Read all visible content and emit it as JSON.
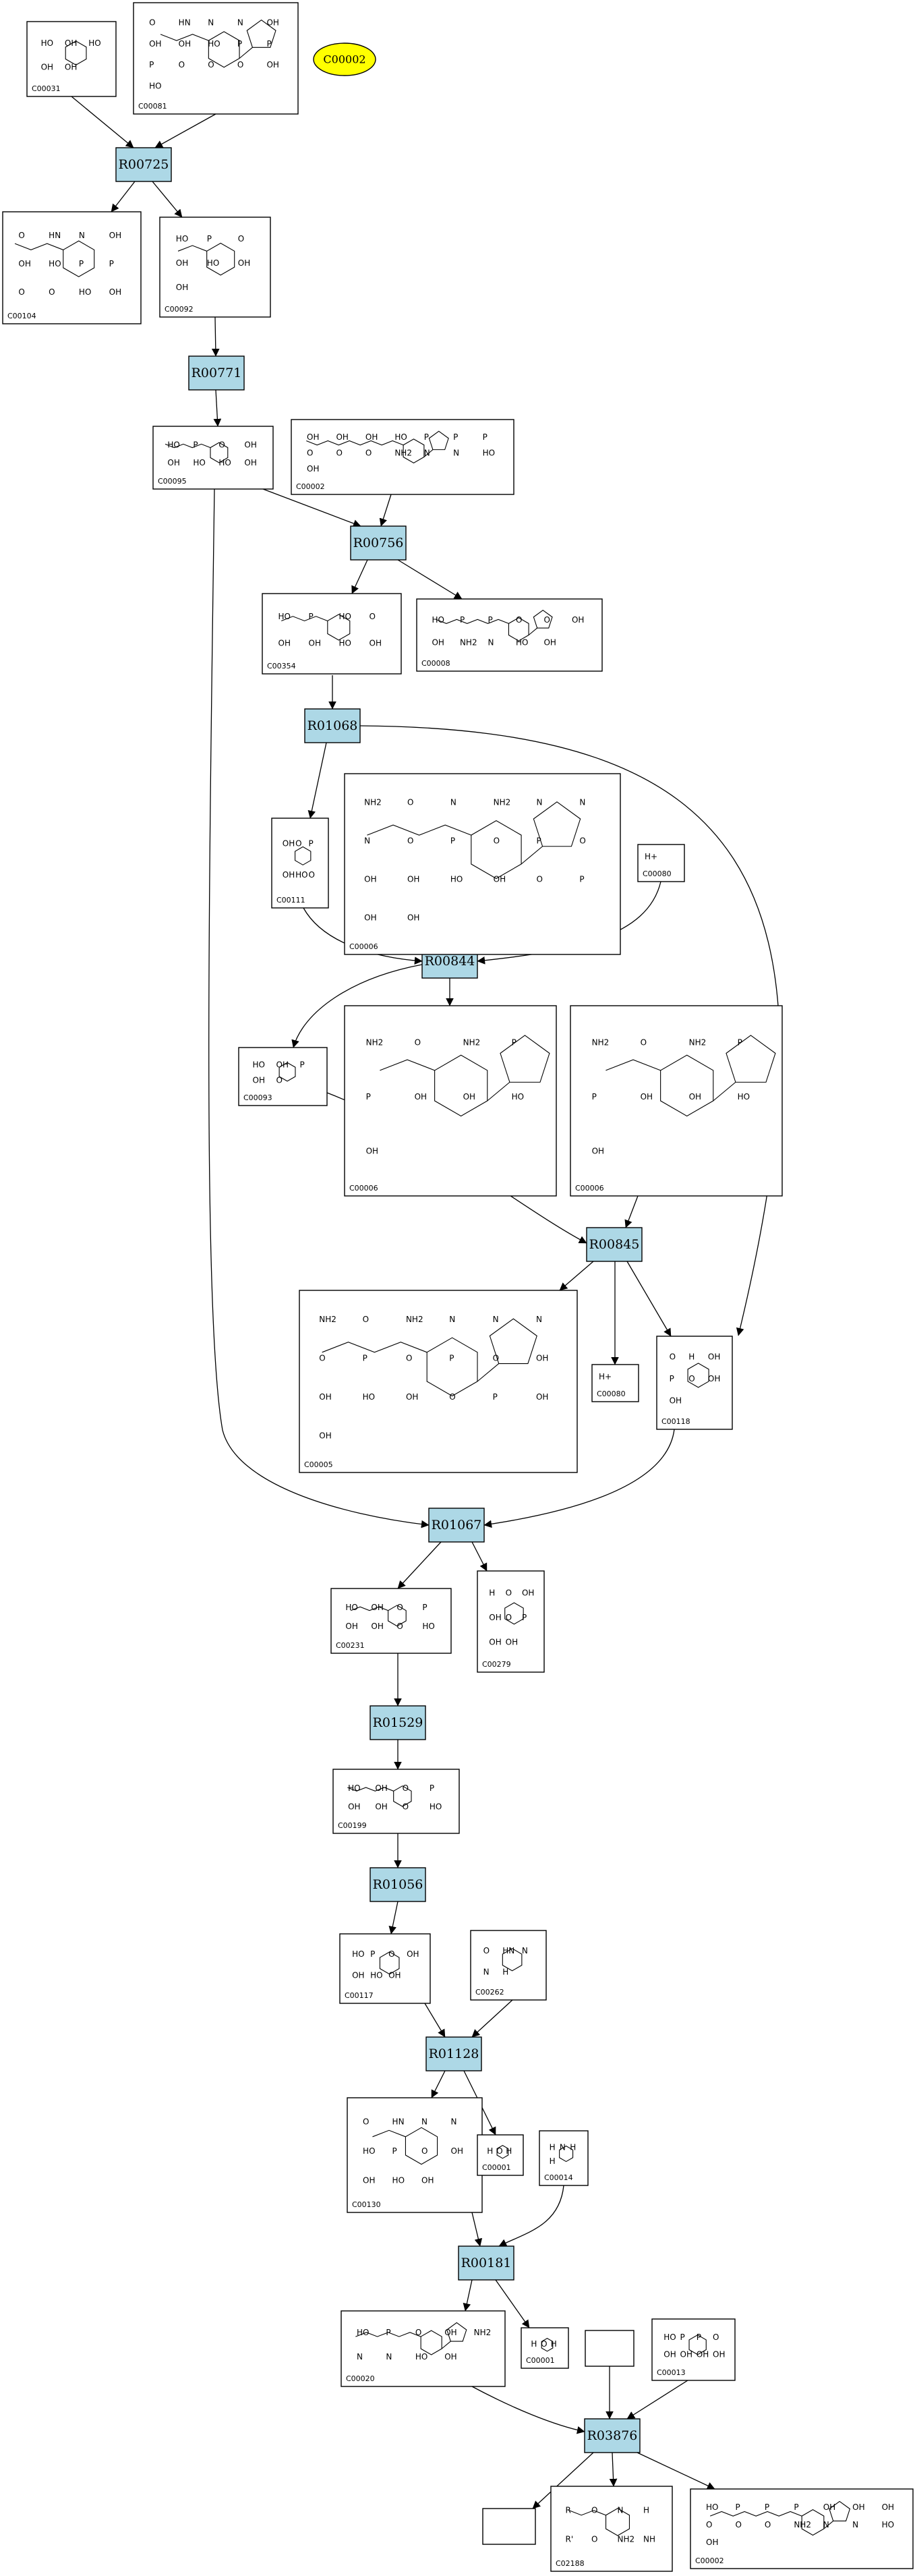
{
  "diagram": {
    "start_node": "C00002",
    "reactions": [
      "R00725",
      "R00771",
      "R00756",
      "R01068",
      "R00844",
      "R00845",
      "R01067",
      "R01529",
      "R01056",
      "R01128",
      "R00181",
      "R03876"
    ],
    "compounds": {
      "c00031": {
        "id": "C00031",
        "atoms": [
          "HO",
          "OH",
          "HO",
          "OH",
          "OH"
        ]
      },
      "c00081": {
        "id": "C00081",
        "atoms": [
          "O",
          "HN",
          "N",
          "N",
          "OH",
          "OH",
          "OH",
          "HO",
          "P",
          "P",
          "P",
          "O",
          "O",
          "O",
          "OH",
          "HO"
        ]
      },
      "c00104": {
        "id": "C00104",
        "atoms": [
          "O",
          "HN",
          "N",
          "OH",
          "OH",
          "HO",
          "P",
          "P",
          "O",
          "O",
          "HO",
          "OH"
        ]
      },
      "c00092": {
        "id": "C00092",
        "atoms": [
          "HO",
          "P",
          "O",
          "OH",
          "HO",
          "OH",
          "OH"
        ]
      },
      "c00095": {
        "id": "C00095",
        "atoms": [
          "HO",
          "P",
          "O",
          "OH",
          "OH",
          "HO",
          "HO",
          "OH"
        ]
      },
      "c00002a": {
        "id": "C00002",
        "atoms": [
          "OH",
          "OH",
          "OH",
          "HO",
          "P",
          "P",
          "P",
          "O",
          "O",
          "O",
          "NH2",
          "N",
          "N",
          "HO",
          "OH"
        ]
      },
      "c00354": {
        "id": "C00354",
        "atoms": [
          "HO",
          "P",
          "HO",
          "O",
          "OH",
          "OH",
          "HO",
          "OH"
        ]
      },
      "c00008": {
        "id": "C00008",
        "atoms": [
          "HO",
          "P",
          "P",
          "O",
          "O",
          "OH",
          "OH",
          "NH2",
          "N",
          "HO",
          "OH"
        ]
      },
      "c00111": {
        "id": "C00111",
        "atoms": [
          "OH",
          "O",
          "P",
          "OH",
          "HO",
          "O"
        ]
      },
      "c00006a": {
        "id": "C00006",
        "atoms": [
          "NH2",
          "O",
          "N",
          "NH2",
          "N",
          "N",
          "N",
          "O",
          "P",
          "O",
          "P",
          "O",
          "OH",
          "OH",
          "HO",
          "OH",
          "O",
          "P",
          "OH",
          "OH"
        ]
      },
      "c00080a": {
        "id": "C00080",
        "atoms": [
          "H+"
        ]
      },
      "c00093": {
        "id": "C00093",
        "atoms": [
          "HO",
          "OH",
          "P",
          "OH",
          "O"
        ]
      },
      "c00006b": {
        "id": "C00006",
        "atoms": [
          "NH2",
          "O",
          "NH2",
          "P",
          "P",
          "OH",
          "OH",
          "HO",
          "OH"
        ]
      },
      "c00006c": {
        "id": "C00006",
        "atoms": [
          "NH2",
          "O",
          "NH2",
          "P",
          "P",
          "OH",
          "OH",
          "HO",
          "OH"
        ]
      },
      "c00005": {
        "id": "C00005",
        "atoms": [
          "NH2",
          "O",
          "NH2",
          "N",
          "N",
          "N",
          "O",
          "P",
          "O",
          "P",
          "O",
          "OH",
          "OH",
          "HO",
          "OH",
          "O",
          "P",
          "OH",
          "OH"
        ]
      },
      "c00080b": {
        "id": "C00080",
        "atoms": [
          "H+"
        ]
      },
      "c00118": {
        "id": "C00118",
        "atoms": [
          "O",
          "H",
          "OH",
          "P",
          "O",
          "OH",
          "OH"
        ]
      },
      "c00231": {
        "id": "C00231",
        "atoms": [
          "HO",
          "OH",
          "O",
          "P",
          "OH",
          "OH",
          "O",
          "HO"
        ]
      },
      "c00279": {
        "id": "C00279",
        "atoms": [
          "H",
          "O",
          "OH",
          "OH",
          "O",
          "P",
          "OH",
          "OH"
        ]
      },
      "c00199": {
        "id": "C00199",
        "atoms": [
          "HO",
          "OH",
          "O",
          "P",
          "OH",
          "OH",
          "O",
          "HO"
        ]
      },
      "c00117": {
        "id": "C00117",
        "atoms": [
          "HO",
          "P",
          "O",
          "OH",
          "OH",
          "HO",
          "OH"
        ]
      },
      "c00262": {
        "id": "C00262",
        "atoms": [
          "O",
          "HN",
          "N",
          "N",
          "H"
        ]
      },
      "c00130": {
        "id": "C00130",
        "atoms": [
          "O",
          "HN",
          "N",
          "N",
          "HO",
          "P",
          "O",
          "OH",
          "OH",
          "HO",
          "OH"
        ]
      },
      "c00001a": {
        "id": "C00001",
        "atoms": [
          "H",
          "O",
          "H"
        ]
      },
      "c00014": {
        "id": "C00014",
        "atoms": [
          "H",
          "N",
          "H",
          "H"
        ]
      },
      "c00020": {
        "id": "C00020",
        "atoms": [
          "HO",
          "P",
          "O",
          "OH",
          "NH2",
          "N",
          "N",
          "HO",
          "OH"
        ]
      },
      "c00001b": {
        "id": "C00001",
        "atoms": [
          "H",
          "O",
          "H"
        ]
      },
      "c00013": {
        "id": "C00013",
        "atoms": [
          "HO",
          "P",
          "P",
          "O",
          "OH",
          "OH",
          "OH",
          "OH"
        ]
      },
      "c02188": {
        "id": "C02188",
        "atoms": [
          "R",
          "O",
          "N",
          "H",
          "R'",
          "O",
          "NH2",
          "NH"
        ]
      },
      "c00002b": {
        "id": "C00002",
        "atoms": [
          "HO",
          "P",
          "P",
          "P",
          "OH",
          "OH",
          "OH",
          "O",
          "O",
          "O",
          "NH2",
          "N",
          "N",
          "HO",
          "OH"
        ]
      }
    }
  }
}
